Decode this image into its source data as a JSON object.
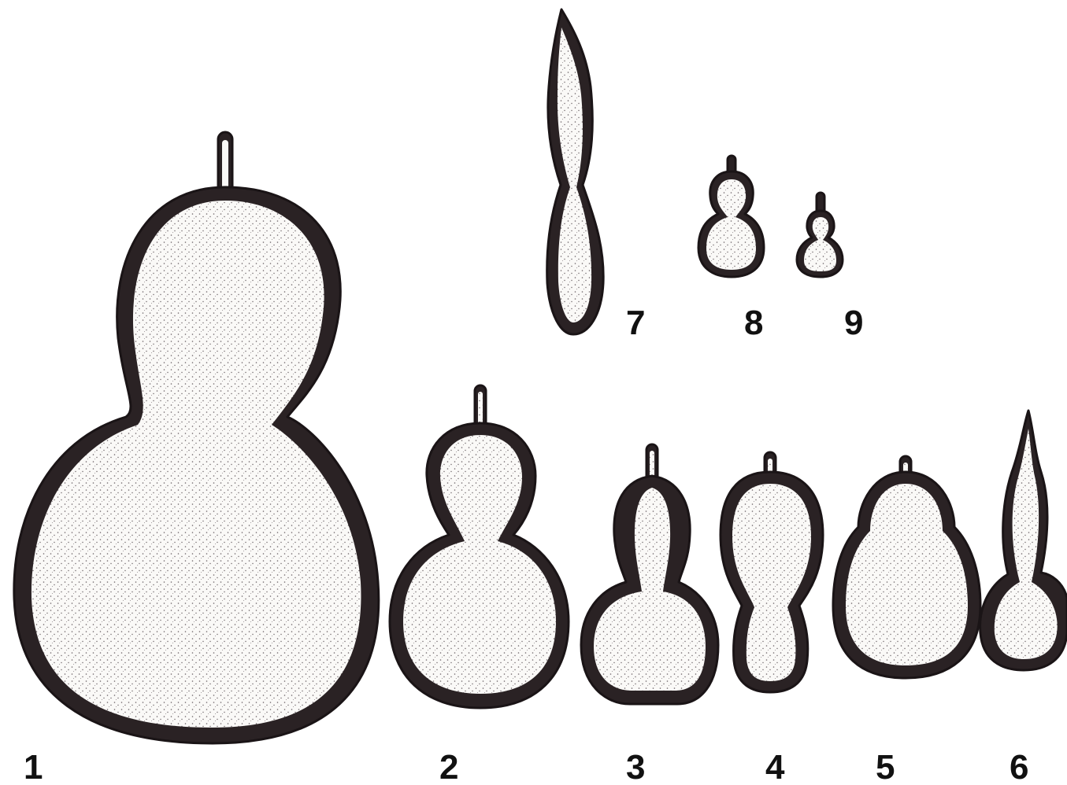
{
  "figure": {
    "background": "#ffffff",
    "wall_color": "#2a2224",
    "interior_color": "#faf9f7",
    "stipple_color": "#6b6266",
    "specimens": [
      {
        "label": "1",
        "shape": "double-gourd"
      },
      {
        "label": "2",
        "shape": "double-gourd"
      },
      {
        "label": "3",
        "shape": "double-gourd"
      },
      {
        "label": "4",
        "shape": "double-gourd"
      },
      {
        "label": "5",
        "shape": "pear"
      },
      {
        "label": "6",
        "shape": "bottle-neck"
      },
      {
        "label": "7",
        "shape": "elongated"
      },
      {
        "label": "8",
        "shape": "double-gourd"
      },
      {
        "label": "9",
        "shape": "double-gourd"
      }
    ]
  }
}
